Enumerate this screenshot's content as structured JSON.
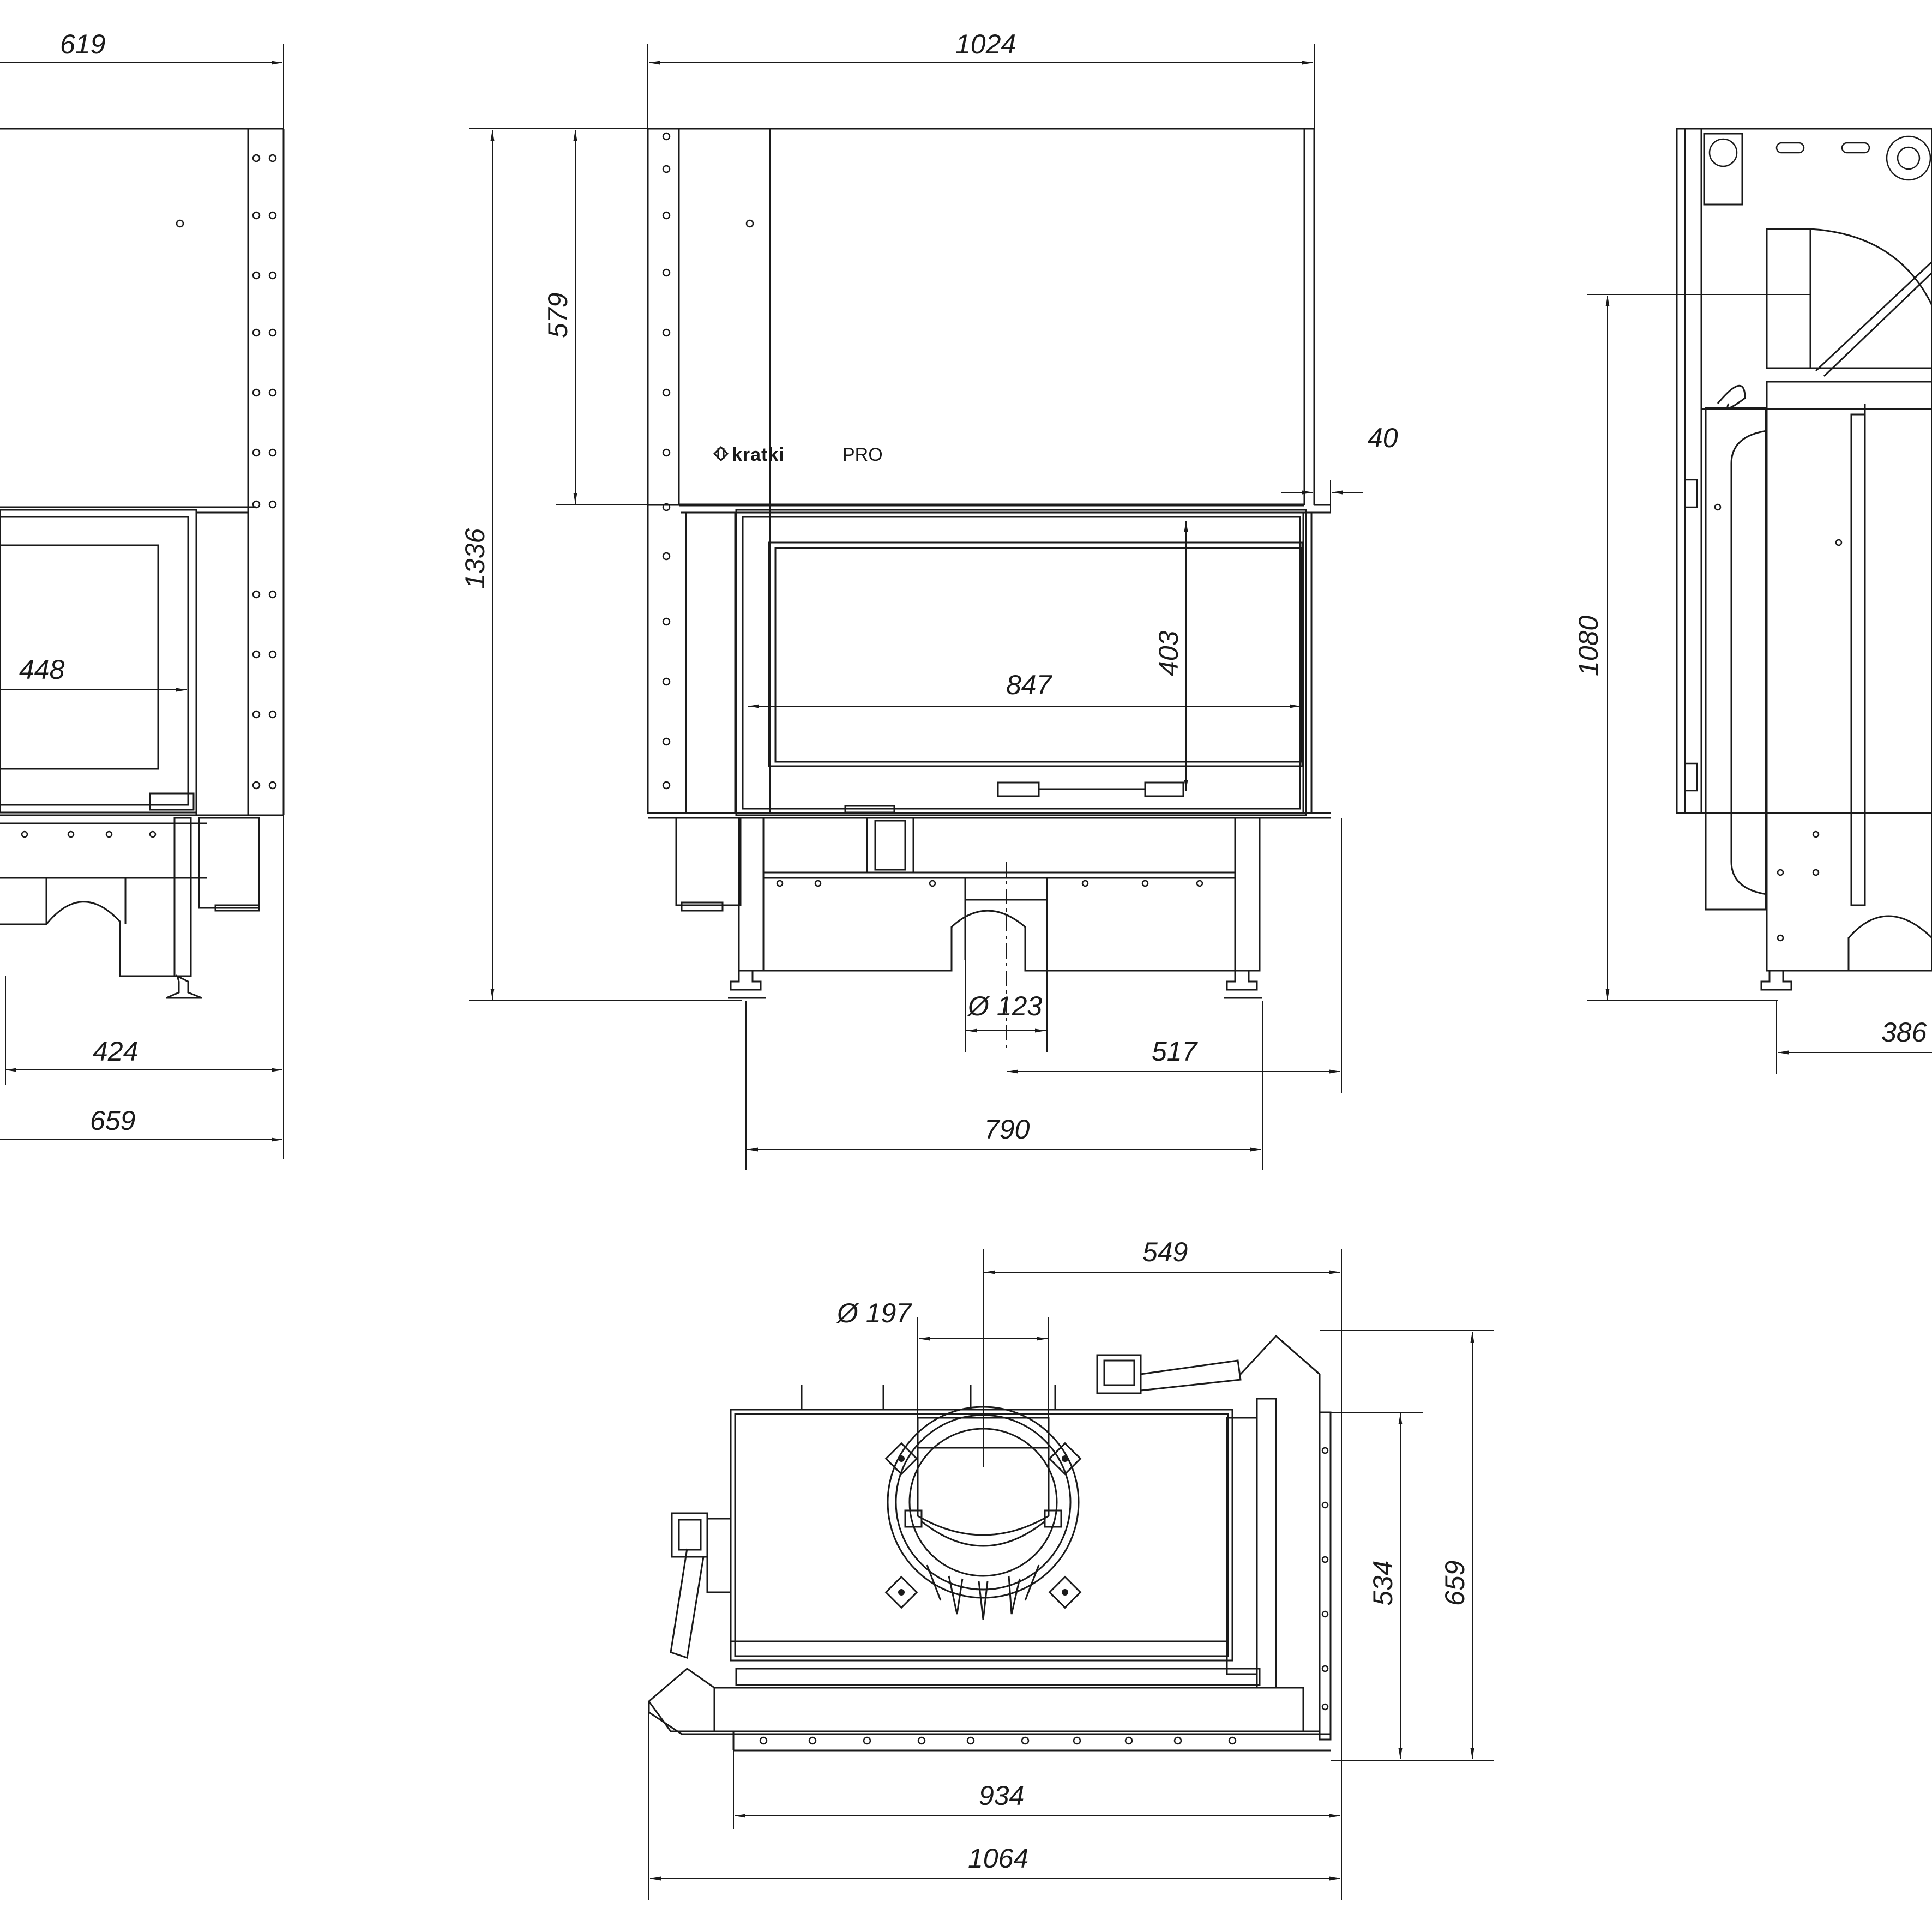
{
  "brand": {
    "name": "kratki",
    "suffix": "PRO"
  },
  "dimensions": {
    "left_view": {
      "top_width": "619",
      "glass_width": "448",
      "base_width_inner": "424",
      "base_width_outer": "659"
    },
    "front_view": {
      "overall_width": "1024",
      "overall_height": "1336",
      "upper_height": "579",
      "side_offset": "40",
      "glass_width": "847",
      "glass_height": "403",
      "flue_diameter": "Ø 123",
      "flue_offset": "517",
      "feet_spacing": "790"
    },
    "right_view": {
      "flue_axis_height": "1080",
      "depth": "386"
    },
    "top_view": {
      "flue_offset": "549",
      "flue_diameter": "Ø 197",
      "inner_depth": "534",
      "outer_depth": "659",
      "inner_width": "934",
      "outer_width": "1064"
    }
  }
}
